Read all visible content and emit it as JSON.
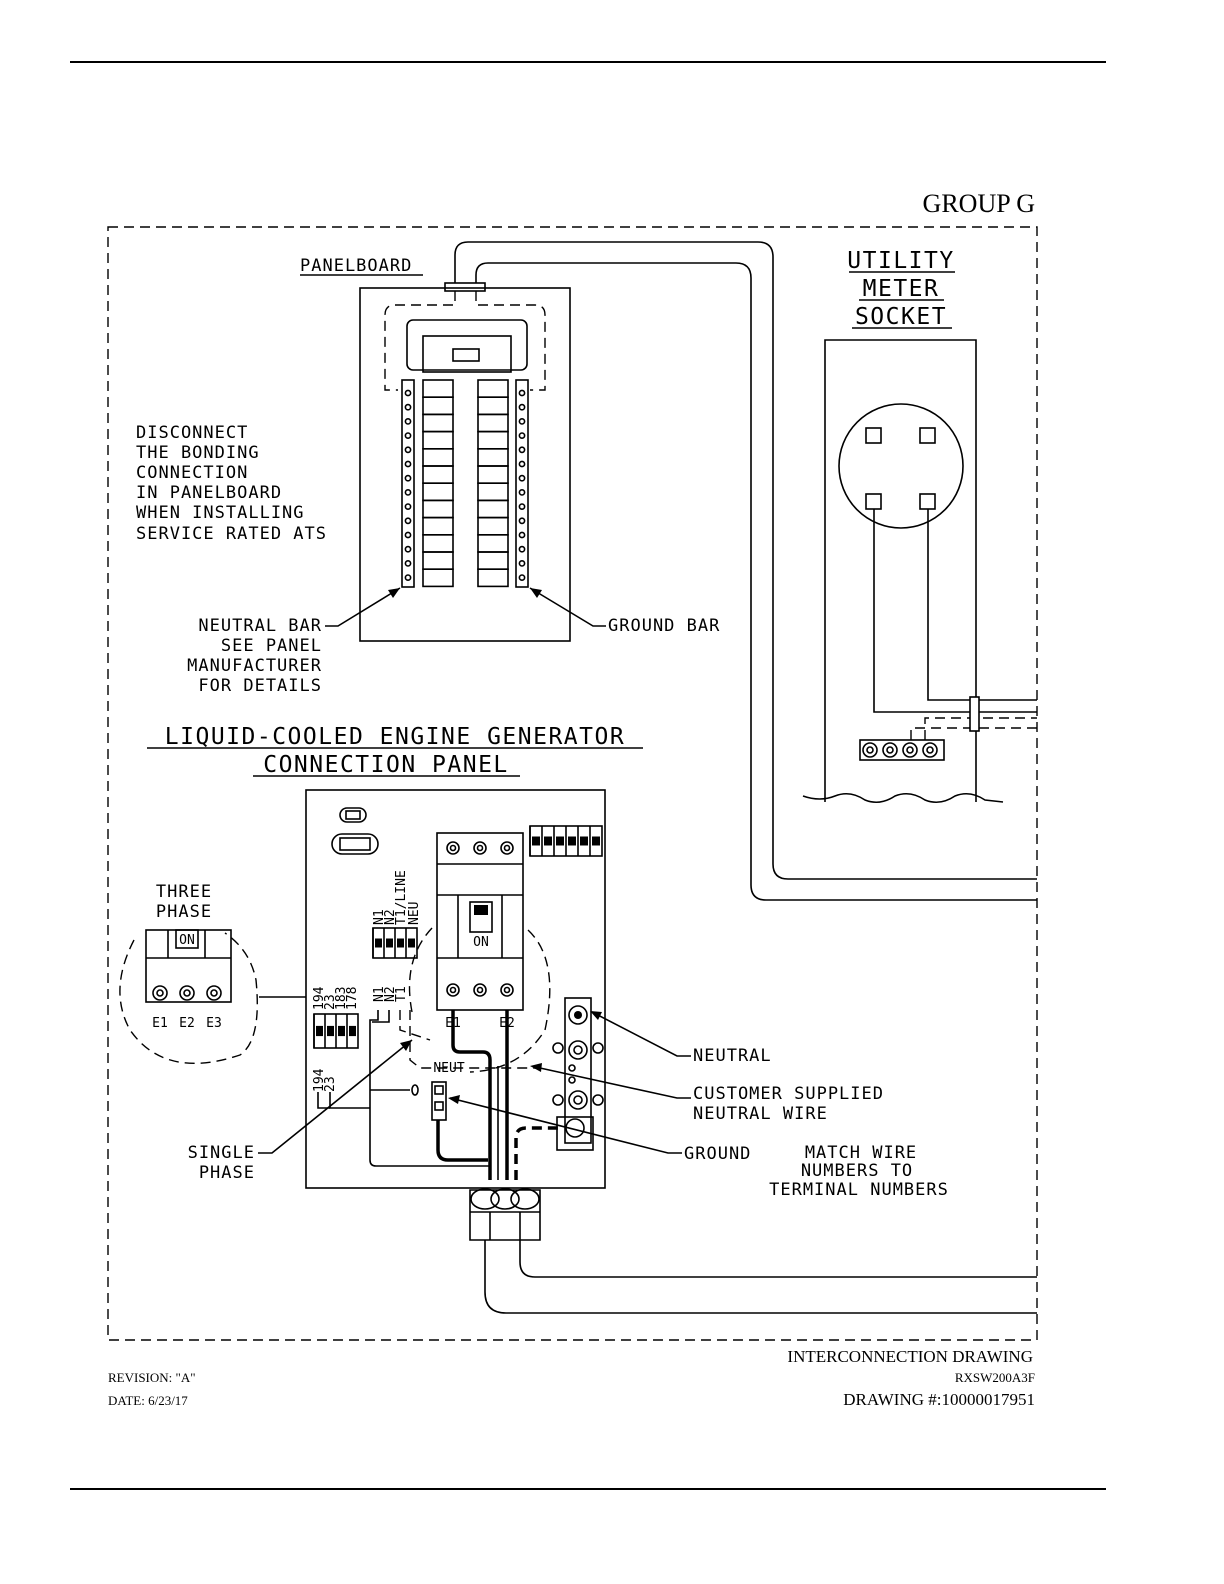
{
  "header": {
    "group": "GROUP G"
  },
  "panelboard": {
    "title": "PANELBOARD",
    "note": [
      "DISCONNECT",
      "THE BONDING",
      "CONNECTION",
      "IN PANELBOARD",
      "WHEN INSTALLING",
      "SERVICE RATED ATS"
    ],
    "neutral_bar": [
      "NEUTRAL BAR",
      "SEE PANEL",
      "MANUFACTURER",
      "FOR DETAILS"
    ],
    "ground_bar": "GROUND BAR"
  },
  "meter": {
    "title": [
      "UTILITY",
      "METER",
      "SOCKET"
    ]
  },
  "generator_panel": {
    "title": [
      "LIQUID-COOLED ENGINE GENERATOR",
      "CONNECTION PANEL"
    ],
    "three_phase": [
      "THREE",
      "PHASE"
    ],
    "single_phase": [
      "SINGLE",
      "PHASE"
    ],
    "terminal_labels_top": [
      "N1",
      "N2",
      "T1/LINE",
      "NEU"
    ],
    "terminal_labels_mid": [
      "N1",
      "N2",
      "T1"
    ],
    "terminal_labels_194": [
      "194",
      "23",
      "183",
      "178"
    ],
    "terminal_labels_low": [
      "194",
      "23"
    ],
    "breaker_terminals": [
      "E1",
      "E2"
    ],
    "three_phase_terminals": [
      "E1",
      "E2",
      "E3"
    ],
    "neut_label": "NEUT",
    "neutral": "NEUTRAL",
    "customer_neutral": [
      "CUSTOMER SUPPLIED",
      "NEUTRAL WIRE"
    ],
    "ground": "GROUND",
    "match_note": [
      "MATCH WIRE",
      "NUMBERS TO",
      "TERMINAL NUMBERS"
    ],
    "on_label": "ON"
  },
  "footer": {
    "drawing_title": "INTERCONNECTION DRAWING",
    "drawing_code": "RXSW200A3F",
    "drawing_number": "DRAWING #:10000017951",
    "revision": "REVISION: \"A\"",
    "date": "DATE: 6/23/17"
  }
}
